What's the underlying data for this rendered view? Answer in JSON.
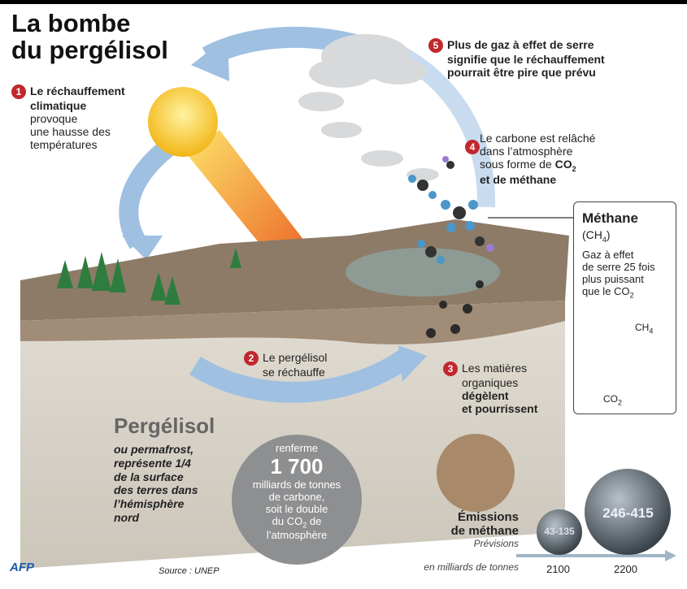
{
  "title": [
    "La bombe",
    "du pergélisol"
  ],
  "steps": [
    {
      "n": "1",
      "bold": [
        "Le réchauffement",
        "climatique"
      ],
      "text": [
        "provoque",
        "une hausse des",
        "températures"
      ]
    },
    {
      "n": "2",
      "text": [
        "Le pergélisol",
        "se réchauffe"
      ]
    },
    {
      "n": "3",
      "text": [
        "Les matières",
        "organiques"
      ],
      "bold": [
        "dégèlent",
        "et pourrissent"
      ]
    },
    {
      "n": "4",
      "text": [
        "Le carbone est relâché",
        "dans l’atmosphère",
        "sous forme de"
      ],
      "bold_co2": "CO",
      "sub": "2",
      "bold_end": "et de méthane"
    },
    {
      "n": "5",
      "bold": [
        "Plus de gaz à effet de serre",
        "signifie que le réchauffement",
        "pourrait être pire que prévu"
      ]
    }
  ],
  "methane_box": {
    "title": "Méthane",
    "formula": "(CH",
    "formula_sub": "4",
    "formula_end": ")",
    "text": [
      "Gaz à effet",
      "de serre 25 fois",
      "plus puissant",
      "que le CO"
    ],
    "text_sub": "2",
    "ch4_label": "CH",
    "ch4_sub": "4",
    "co2_label": "CO",
    "co2_sub": "2"
  },
  "permafrost": {
    "title": "Pergélisol",
    "desc": [
      "ou permafrost,",
      "représente 1/4",
      "de la surface",
      "des terres dans",
      "l’hémisphère",
      "nord"
    ]
  },
  "carbon_circle": {
    "top": "renferme",
    "value": "1 700",
    "lines": [
      "milliards de tonnes",
      "de carbone,",
      "soit le double"
    ],
    "co2_line": "du CO",
    "co2_sub": "2",
    "co2_end": " de",
    "last": "l’atmosphère"
  },
  "emissions": {
    "title": [
      "Émissions",
      "de méthane"
    ],
    "subtitle": [
      "Prévisions",
      "en milliards de tonnes"
    ],
    "items": [
      {
        "year": "2100",
        "range": "43-135"
      },
      {
        "year": "2200",
        "range": "246-415"
      }
    ]
  },
  "source": "Source : UNEP",
  "logo": "AFP",
  "colors": {
    "accent": "#c0282d",
    "arrow": "#8fb3da",
    "soil": "#8d7b68",
    "block": "#dcd7cd"
  }
}
